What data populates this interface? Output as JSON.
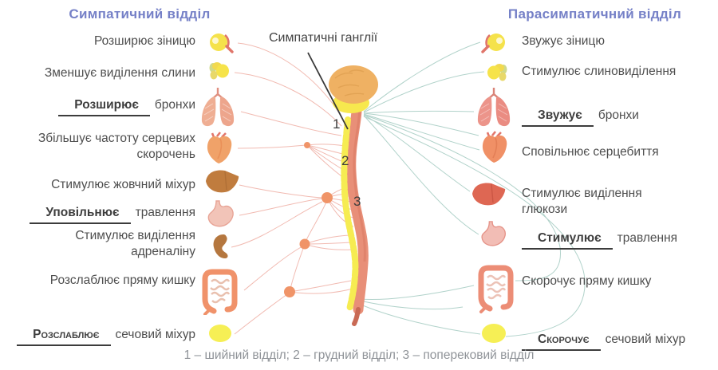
{
  "headers": {
    "left": "Симпатичний відділ",
    "right": "Парасимпатичний відділ"
  },
  "center": {
    "ganglia_label": "Симпатичні ганглії",
    "spine_numbers": [
      "1",
      "2",
      "3"
    ]
  },
  "left": {
    "items": [
      {
        "text": "Розширює зіницю"
      },
      {
        "text": "Зменшує виділення слини"
      },
      {
        "bold": "Розширює",
        "rest": "бронхи"
      },
      {
        "text": "Збільшує частоту серцевих\nскорочень"
      },
      {
        "text": "Стимулює жовчний міхур"
      },
      {
        "bold": "Уповільнює",
        "rest": "травлення"
      },
      {
        "text": "Стимулює виділення\nадреналіну"
      },
      {
        "text": "Розслаблює пряму кишку"
      },
      {
        "bold": "Розслаблює",
        "rest": "сечовий міхур"
      }
    ],
    "organs": [
      "eye",
      "salivary-gland",
      "lungs",
      "heart",
      "liver",
      "stomach",
      "kidney",
      "large-intestine",
      "bladder"
    ]
  },
  "right": {
    "items": [
      {
        "text": "Звужує зіницю"
      },
      {
        "text": "Стимулює слиновиділення"
      },
      {
        "bold": "Звужує",
        "rest": "бронхи"
      },
      {
        "text": "Сповільнює серцебиття"
      },
      {
        "text": "Стимулює виділення\nглюкози"
      },
      {
        "bold": "Стимулює",
        "rest": "травлення"
      },
      {
        "text": "Скорочує пряму кишку"
      },
      {
        "bold": "Скорочує",
        "rest": "сечовий міхур"
      }
    ],
    "organs": [
      "eye",
      "salivary-gland",
      "lungs",
      "heart",
      "liver",
      "stomach",
      "large-intestine",
      "bladder"
    ]
  },
  "caption": "1 – шийний відділ; 2 – грудний відділ; 3 – поперековий відділ",
  "palette": {
    "header_blue": "#7580c7",
    "text_dark": "#4e4e4e",
    "caption_gray": "#8f9398",
    "nerve_left_pink": "#f0b3a9",
    "nerve_right_teal": "#a9cec5",
    "sympathetic_chain_yellow": "#f6ec52",
    "spinal_cord_salmon": "#e88f78",
    "brain_orange": "#efb163",
    "ganglion_dot_orange": "#f09468",
    "bladder_yellow": "#f6ef55"
  }
}
